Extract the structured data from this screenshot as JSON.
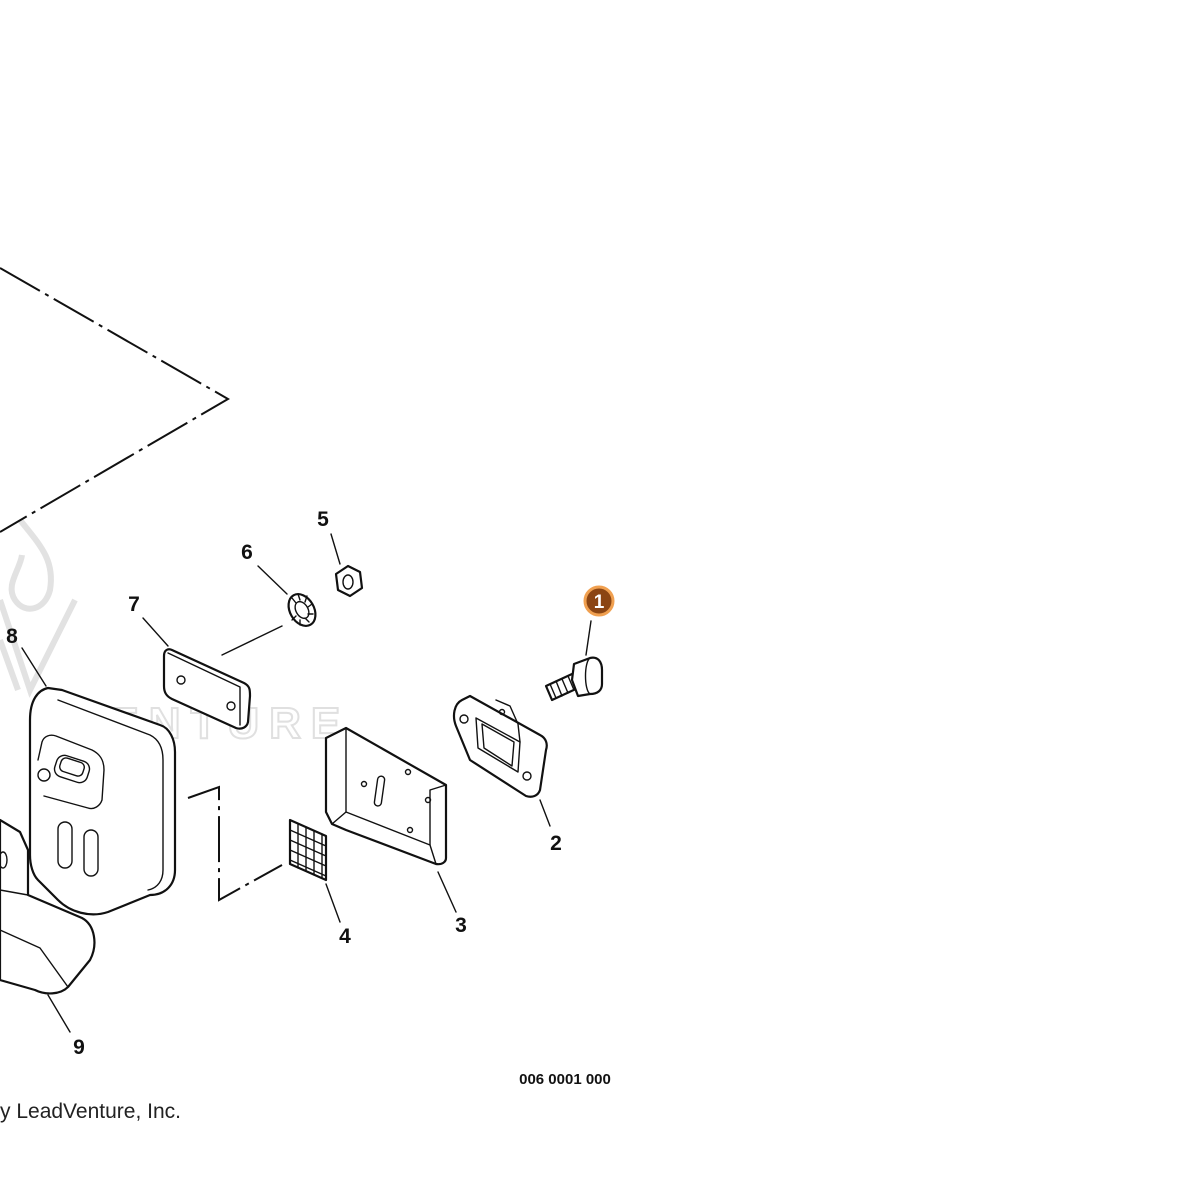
{
  "diagram": {
    "callouts": [
      {
        "id": 1,
        "label": "1",
        "highlighted": true
      },
      {
        "id": 2,
        "label": "2"
      },
      {
        "id": 3,
        "label": "3"
      },
      {
        "id": 4,
        "label": "4"
      },
      {
        "id": 5,
        "label": "5"
      },
      {
        "id": 6,
        "label": "6"
      },
      {
        "id": 7,
        "label": "7"
      },
      {
        "id": 8,
        "label": "8"
      },
      {
        "id": 9,
        "label": "9"
      }
    ],
    "drawing_number": "006 0001 000",
    "copyright": "y LeadVenture, Inc.",
    "watermark_text": "VENTURE",
    "highlight_color": "#8B4513",
    "highlight_ring_color": "#F0A050"
  }
}
